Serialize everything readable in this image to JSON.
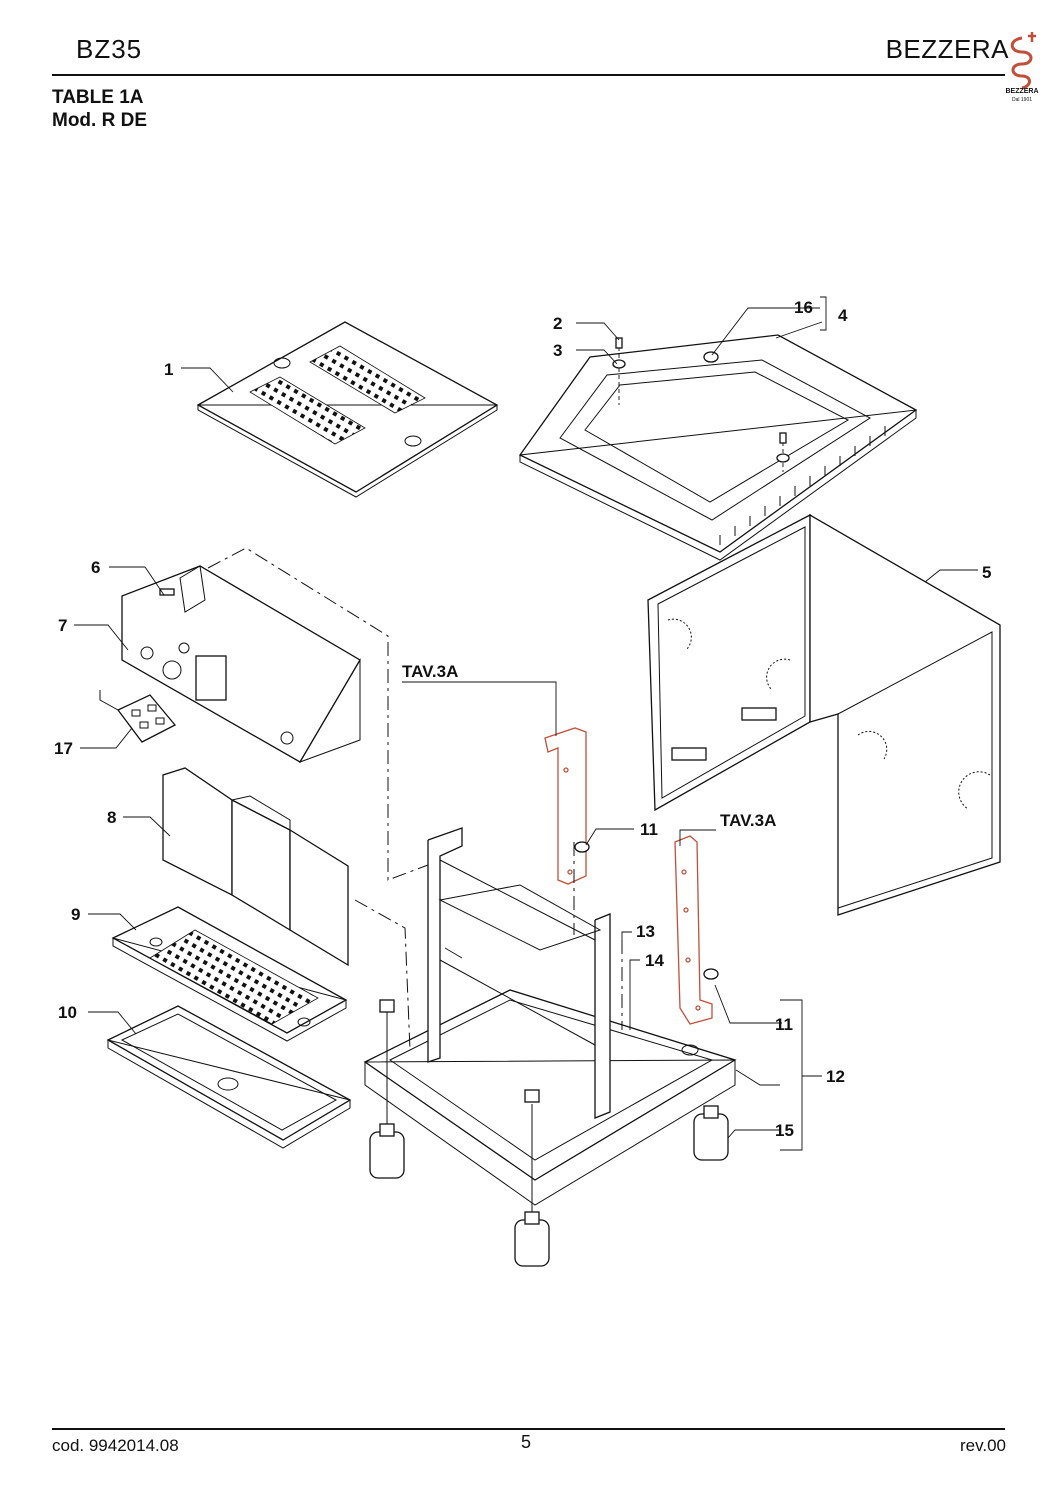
{
  "header": {
    "model": "BZ35",
    "brand": "BEZZERA",
    "table_line1": "TABLE 1A",
    "table_line2": "Mod. R DE"
  },
  "logo": {
    "text": "BEZZERA",
    "tagline": "Dal 1901"
  },
  "callouts": {
    "c1": "1",
    "c2": "2",
    "c3": "3",
    "c4": "4",
    "c5": "5",
    "c6": "6",
    "c7": "7",
    "c8": "8",
    "c9": "9",
    "c10": "10",
    "c11a": "11",
    "c11b": "11",
    "c12": "12",
    "c13": "13",
    "c14": "14",
    "c15": "15",
    "c16": "16",
    "c17": "17",
    "tav_a": "TAV.3A",
    "tav_b": "TAV.3A"
  },
  "footer": {
    "code": "cod. 9942014.08",
    "page": "5",
    "rev": "rev.00"
  },
  "colors": {
    "line": "#111111",
    "highlight": "#c0503a"
  }
}
